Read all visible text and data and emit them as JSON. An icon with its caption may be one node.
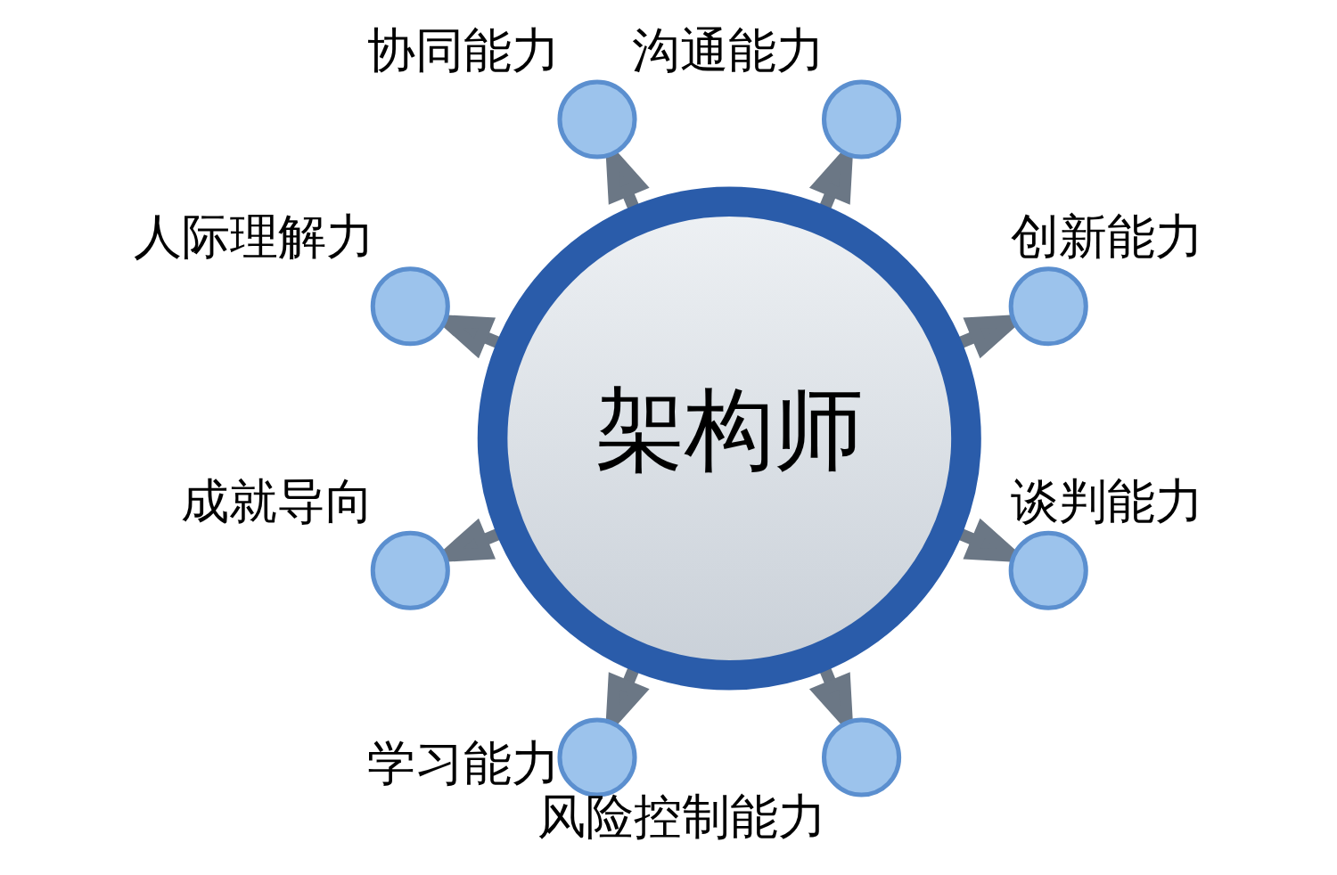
{
  "diagram": {
    "nodes": [
      {
        "text": [
          "架构师"
        ]
      },
      {
        "text": [],
        "shape": "circle",
        "beside": [
          "创新能力"
        ]
      },
      {
        "text": [],
        "shape": "circle",
        "beside": [
          "沟通能力"
        ]
      },
      {
        "text": [],
        "shape": "circle",
        "beside": [
          "协同能力"
        ]
      },
      {
        "text": [],
        "shape": "circle",
        "beside": [
          "人际理解力"
        ]
      },
      {
        "text": [],
        "shape": "circle",
        "beside": [
          "成就导向"
        ]
      },
      {
        "text": [],
        "shape": "circle",
        "beside": [
          "学习能力"
        ]
      },
      {
        "text": [],
        "shape": "circle",
        "beside": [
          "风险控制能力"
        ]
      },
      {
        "text": [],
        "shape": "circle",
        "beside": [
          "谈判能力"
        ]
      }
    ],
    "edges": [
      {
        "from": 0,
        "to": 1,
        "arrow": "to"
      },
      {
        "from": 0,
        "to": 2,
        "arrow": "to"
      },
      {
        "from": 0,
        "to": 4,
        "arrow": "to"
      },
      {
        "from": 0,
        "to": 6,
        "arrow": "to"
      },
      {
        "from": 0,
        "to": 8,
        "arrow": "to"
      },
      {
        "from": 0,
        "to": 7,
        "arrow": "to"
      },
      {
        "from": 0,
        "to": 5,
        "arrow": "to"
      },
      {
        "from": 0,
        "to": 3,
        "arrow": "to"
      }
    ]
  }
}
